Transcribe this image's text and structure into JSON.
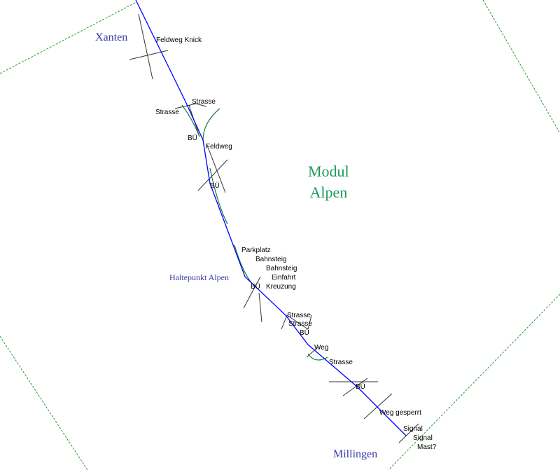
{
  "module": {
    "line1": "Modul",
    "line2": "Alpen"
  },
  "places": {
    "xanten": "Xanten",
    "haltepunkt": "Haltepunkt Alpen",
    "millingen": "Millingen"
  },
  "labels": {
    "feldweg_knick": "Feldweg Knick",
    "strasse1": "Strasse",
    "strasse2": "Strasse",
    "bue1": "BÜ",
    "feldweg": "Feldweg",
    "bue2": "BÜ",
    "parkplatz": "Parkplatz",
    "bahnsteig1": "Bahnsteig",
    "bahnsteig2": "Bahnsteig",
    "einfahrt": "Einfahrt",
    "bue3": "BÜ",
    "kreuzung": "Kreuzung",
    "strasse3": "Strasse",
    "strasse4": "Strasse",
    "bue4": "BÜ",
    "weg": "Weg",
    "strasse5": "Strasse",
    "bue5": "BÜ",
    "weg_gesperrt": "Weg gesperrt",
    "signal1": "Signal",
    "signal2": "Signal",
    "mast": "Mast?"
  },
  "colors": {
    "track": "#0000ff",
    "border": "#2a9a2a",
    "side": "#1a7a3a",
    "road": "#333333"
  }
}
